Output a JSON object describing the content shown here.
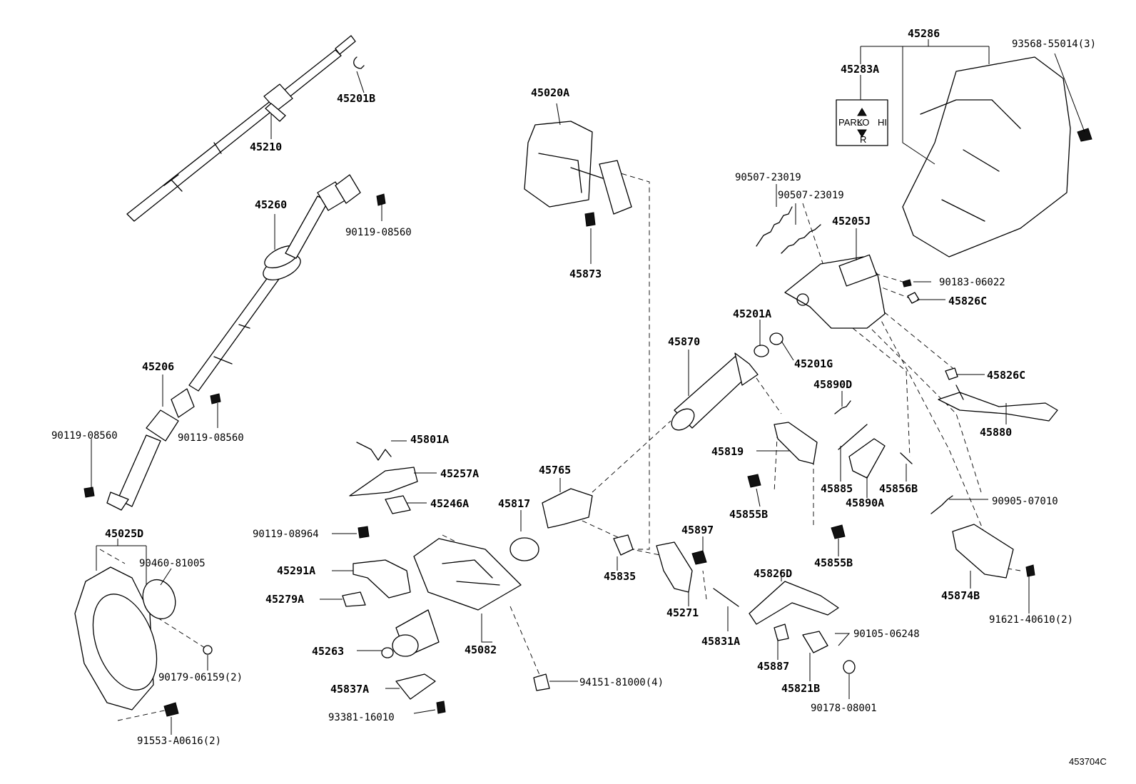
{
  "labels": {
    "p45286": "45286",
    "p45283A": "45283A",
    "p93568": "93568-55014(3)",
    "p45201B": "45201B",
    "p45210": "45210",
    "p45020A": "45020A",
    "p90507a": "90507-23019",
    "p90507b": "90507-23019",
    "p45205J": "45205J",
    "p45260": "45260",
    "p90119_08560a": "90119-08560",
    "p45873": "45873",
    "p90183": "90183-06022",
    "p45826C_a": "45826C",
    "p45201A": "45201A",
    "p45870": "45870",
    "p45201G": "45201G",
    "p45826C_b": "45826C",
    "p45206": "45206",
    "p45890D": "45890D",
    "p45880": "45880",
    "p90119_08560b": "90119-08560",
    "p90119_08560c": "90119-08560",
    "p45801A": "45801A",
    "p45819": "45819",
    "p45765": "45765",
    "p45257A": "45257A",
    "p45885": "45885",
    "p45856B": "45856B",
    "p45246A": "45246A",
    "p45817": "45817",
    "p45855B_a": "45855B",
    "p45890A": "45890A",
    "p90905": "90905-07010",
    "p45025D": "45025D",
    "p90119_08964": "90119-08964",
    "p45897": "45897",
    "p90460": "90460-81005",
    "p45855B_b": "45855B",
    "p45291A": "45291A",
    "p45835": "45835",
    "p45826D": "45826D",
    "p45874B": "45874B",
    "p45279A": "45279A",
    "p45271": "45271",
    "p91621": "91621-40610(2)",
    "p45831A": "45831A",
    "p90105": "90105-06248",
    "p45082": "45082",
    "p45263": "45263",
    "p90179": "90179-06159(2)",
    "p45887": "45887",
    "p45821B": "45821B",
    "p94151": "94151-81000(4)",
    "p45837A": "45837A",
    "p90178": "90178-08001",
    "p93381": "93381-16010",
    "p91553": "91553-A0616(2)"
  },
  "shift_plate": {
    "left": "PARK",
    "center": "LO",
    "right": "HI",
    "bottom": "R"
  },
  "figure_id": "453704C"
}
